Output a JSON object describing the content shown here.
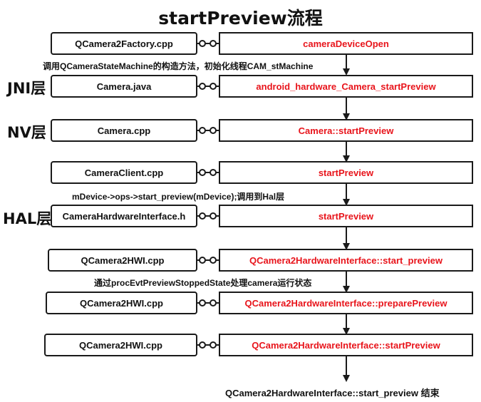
{
  "title": "startPreview流程",
  "layers": {
    "jni": "JNI层",
    "nv": "NV层",
    "hal": "HAL层"
  },
  "rows": [
    {
      "left": "QCamera2Factory.cpp",
      "right": "cameraDeviceOpen"
    },
    {
      "left": "Camera.java",
      "right": "android_hardware_Camera_startPreview"
    },
    {
      "left": "Camera.cpp",
      "right": "Camera::startPreview"
    },
    {
      "left": "CameraClient.cpp",
      "right": "startPreview"
    },
    {
      "left": "CameraHardwareInterface.h",
      "right": "startPreview"
    },
    {
      "left": "QCamera2HWI.cpp",
      "right": "QCamera2HardwareInterface::start_preview"
    },
    {
      "left": "QCamera2HWI.cpp",
      "right": "QCamera2HardwareInterface::preparePreview"
    },
    {
      "left": "QCamera2HWI.cpp",
      "right": "QCamera2HardwareInterface::startPreview"
    }
  ],
  "notes": {
    "state_machine": "调用QCameraStateMachine的构造方法，初始化线程CAM_stMachine",
    "hal_call": "mDevice->ops->start_preview(mDevice);调用到Hal层",
    "proc_evt": "通过procEvtPreviewStoppedState处理camera运行状态"
  },
  "end_text": "QCamera2HardwareInterface::start_preview 结束",
  "colors": {
    "function_text": "#e8141b",
    "border": "#1a1a1a",
    "text": "#111111"
  }
}
